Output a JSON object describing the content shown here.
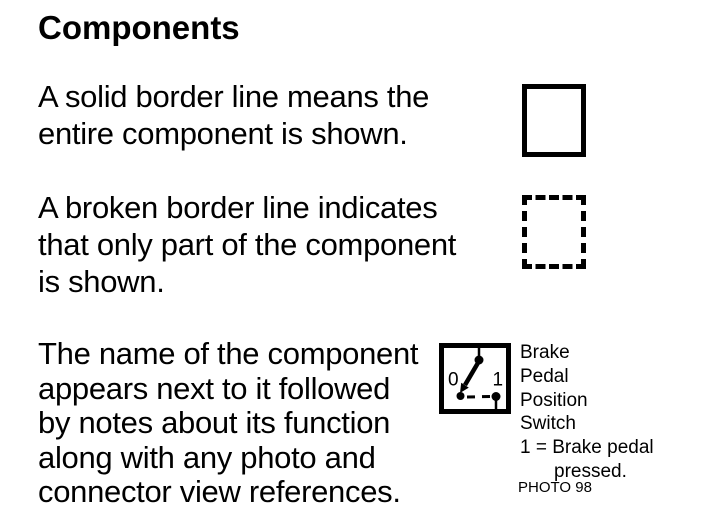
{
  "page": {
    "title": "Components",
    "background_color": "#ffffff",
    "text_color": "#000000"
  },
  "sections": [
    {
      "symbol": "solid-border-box",
      "lines": [
        "A solid border line means the",
        "entire component is shown."
      ]
    },
    {
      "symbol": "broken-border-box",
      "lines": [
        "A broken border line indicates",
        "that only part of the component",
        "is shown."
      ]
    },
    {
      "symbol": "switch-symbol",
      "lines": [
        "The name of the component",
        "appears next to it followed",
        "by notes about its function",
        "along with any photo and",
        "connector view references."
      ],
      "switch": {
        "off_label": "0",
        "on_label": "1",
        "name_lines": [
          "Brake",
          "Pedal",
          "Position",
          "Switch"
        ],
        "note_lines": [
          "1 = Brake pedal",
          "pressed."
        ],
        "photo_ref": "PHOTO 98"
      }
    }
  ]
}
